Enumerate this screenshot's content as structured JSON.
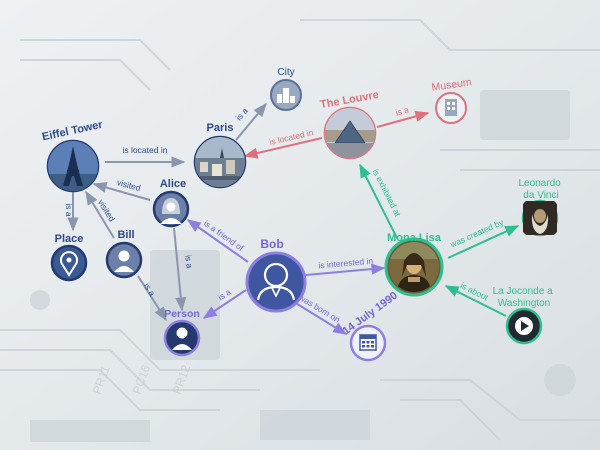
{
  "colors": {
    "navy": "#243a6e",
    "blue_label": "#2d4a8a",
    "purple": "#8c7fe0",
    "purple_label": "#7566d6",
    "red": "#e0707a",
    "green": "#2fbf8f",
    "gray_edge": "#8a96ae"
  },
  "nodes": {
    "eiffel": {
      "label": "Eiffel Tower",
      "icon": "eiffel-tower-photo"
    },
    "paris": {
      "label": "Paris",
      "icon": "paris-aerial-photo"
    },
    "city": {
      "label": "City",
      "icon": "city-skyline-icon"
    },
    "louvre": {
      "label": "The Louvre",
      "icon": "louvre-pyramid-photo"
    },
    "museum": {
      "label": "Museum",
      "icon": "museum-building-icon"
    },
    "alice": {
      "label": "Alice",
      "icon": "woman-avatar-icon"
    },
    "bill": {
      "label": "Bill",
      "icon": "man-avatar-icon"
    },
    "place": {
      "label": "Place",
      "icon": "map-pin-icon"
    },
    "bob": {
      "label": "Bob",
      "icon": "person-avatar-icon"
    },
    "person": {
      "label": "Person",
      "icon": "person-silhouette-icon"
    },
    "date": {
      "label": "14 July 1990",
      "icon": "calendar-icon"
    },
    "monalisa": {
      "label": "Mona Lisa",
      "icon": "mona-lisa-painting"
    },
    "davinci": {
      "label": "Leonardo\nda Vinci",
      "icon": "da-vinci-portrait"
    },
    "joconde": {
      "label": "La Joconde a\nWashington",
      "icon": "video-play-icon"
    }
  },
  "edges": {
    "paris_eiffel": "is located in",
    "paris_city": "is a",
    "louvre_paris": "is located in",
    "louvre_museum": "is a",
    "eiffel_place": "is a",
    "alice_eiffel": "visited",
    "bill_eiffel": "visited",
    "bill_person": "is a",
    "alice_person": "is a",
    "bob_alice": "is a friend of",
    "bob_person": "is a",
    "bob_monalisa": "is interested in",
    "bob_date": "was born on",
    "monalisa_louvre": "is exhibited at",
    "monalisa_davinci": "was created by",
    "joconde_monalisa": "is about"
  }
}
